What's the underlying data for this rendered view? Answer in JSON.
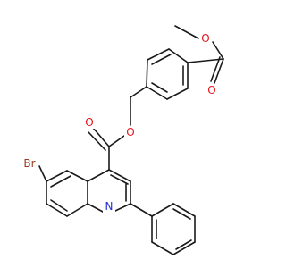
{
  "molecule": {
    "atom_labels": {
      "o_methoxy": "O",
      "o_carbonyl_top": "O",
      "o_ester_link": "O",
      "o_carbonyl_mid": "O",
      "br": "Br",
      "n": "N"
    },
    "colors": {
      "bond": "#1a1a1a",
      "oxygen": "#e8141e",
      "bromine": "#9b3a1a",
      "nitrogen": "#1f2fd6"
    }
  }
}
